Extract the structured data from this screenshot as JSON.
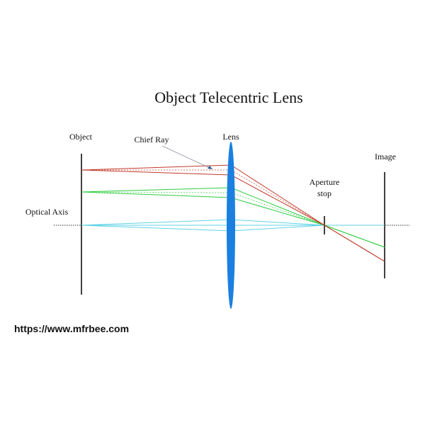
{
  "title": "Object Telecentric Lens",
  "labels": {
    "object": "Object",
    "chief_ray": "Chief Ray",
    "lens": "Lens",
    "image": "Image",
    "aperture_line1": "Aperture",
    "aperture_line2": "stop",
    "optical_axis": "Optical Axis"
  },
  "url": "https://www.mfrbee.com",
  "colors": {
    "red_rays": "#c0392b",
    "green_rays": "#2ecc40",
    "cyan_rays": "#5fd3e6",
    "lens_fill": "#1a7fe0",
    "axis": "#333333",
    "text": "#111111"
  }
}
